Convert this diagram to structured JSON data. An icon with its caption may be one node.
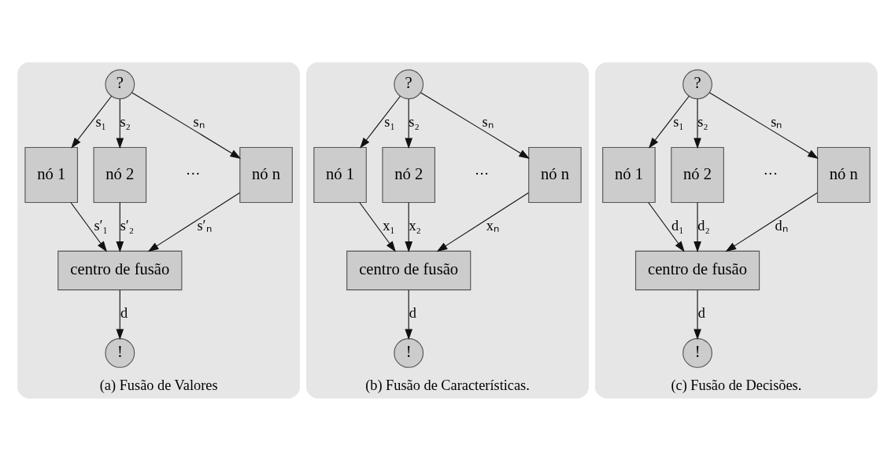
{
  "diagram": {
    "nodes": [
      {
        "text": [
          "(a) Fusão de Valores"
        ]
      },
      {
        "text": [
          "?"
        ],
        "in": 0
      },
      {
        "text": [
          "nó 1"
        ],
        "in": 0
      },
      {
        "text": [
          "nó 2"
        ],
        "in": 0
      },
      {
        "text": [
          "nó n"
        ],
        "in": 0
      },
      {
        "text": [
          "centro de fusão"
        ],
        "in": 0
      },
      {
        "text": [
          "!"
        ],
        "in": 0
      },
      {
        "text": [
          "(b) Fusão de Características."
        ]
      },
      {
        "text": [
          "?"
        ],
        "in": 7
      },
      {
        "text": [
          "nó 1"
        ],
        "in": 7
      },
      {
        "text": [
          "nó 2"
        ],
        "in": 7
      },
      {
        "text": [
          "nó n"
        ],
        "in": 7
      },
      {
        "text": [
          "centro de fusão"
        ],
        "in": 7
      },
      {
        "text": [
          "!"
        ],
        "in": 7
      },
      {
        "text": [
          "(c) Fusão de Decisões."
        ]
      },
      {
        "text": [
          "?"
        ],
        "in": 14
      },
      {
        "text": [
          "nó 1"
        ],
        "in": 14
      },
      {
        "text": [
          "nó 2"
        ],
        "in": 14
      },
      {
        "text": [
          "nó n"
        ],
        "in": 14
      },
      {
        "text": [
          "centro de fusão"
        ],
        "in": 14
      },
      {
        "text": [
          "!"
        ],
        "in": 14
      }
    ],
    "edges": [
      {
        "from": 1,
        "to": 2,
        "arrow": "to",
        "label": "s₁"
      },
      {
        "from": 1,
        "to": 3,
        "arrow": "to",
        "label": "s₂"
      },
      {
        "from": 1,
        "to": 4,
        "arrow": "to",
        "label": "sₙ"
      },
      {
        "from": 2,
        "to": 5,
        "arrow": "to",
        "label": "s′₁"
      },
      {
        "from": 3,
        "to": 5,
        "arrow": "to",
        "label": "s′₂"
      },
      {
        "from": 4,
        "to": 5,
        "arrow": "to",
        "label": "s′ₙ"
      },
      {
        "from": 5,
        "to": 6,
        "arrow": "to",
        "label": "d"
      },
      {
        "from": 8,
        "to": 9,
        "arrow": "to",
        "label": "s₁"
      },
      {
        "from": 8,
        "to": 10,
        "arrow": "to",
        "label": "s₂"
      },
      {
        "from": 8,
        "to": 11,
        "arrow": "to",
        "label": "sₙ"
      },
      {
        "from": 9,
        "to": 12,
        "arrow": "to",
        "label": "x₁"
      },
      {
        "from": 10,
        "to": 12,
        "arrow": "to",
        "label": "x₂"
      },
      {
        "from": 11,
        "to": 12,
        "arrow": "to",
        "label": "xₙ"
      },
      {
        "from": 12,
        "to": 13,
        "arrow": "to",
        "label": "d"
      },
      {
        "from": 15,
        "to": 16,
        "arrow": "to",
        "label": "s₁"
      },
      {
        "from": 15,
        "to": 17,
        "arrow": "to",
        "label": "s₂"
      },
      {
        "from": 15,
        "to": 18,
        "arrow": "to",
        "label": "sₙ"
      },
      {
        "from": 16,
        "to": 19,
        "arrow": "to",
        "label": "d₁"
      },
      {
        "from": 17,
        "to": 19,
        "arrow": "to",
        "label": "d₂"
      },
      {
        "from": 18,
        "to": 19,
        "arrow": "to",
        "label": "dₙ"
      },
      {
        "from": 19,
        "to": 20,
        "arrow": "to",
        "label": "d"
      }
    ],
    "labels": [
      "···",
      "···",
      "···"
    ]
  }
}
